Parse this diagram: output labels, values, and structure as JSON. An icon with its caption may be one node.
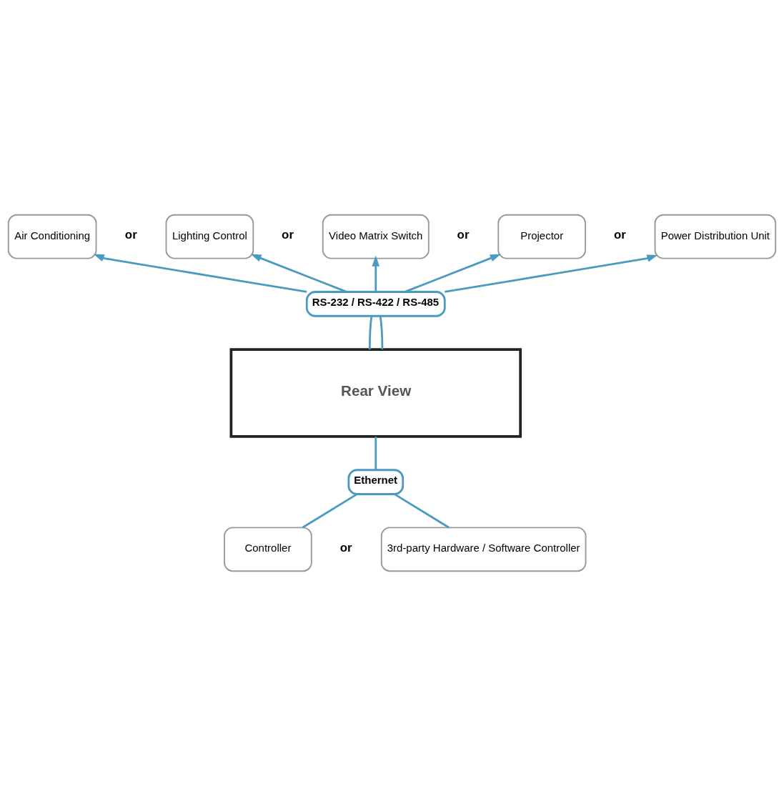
{
  "diagram": {
    "nodes": [
      {
        "text": [
          "Air Conditioning"
        ]
      },
      {
        "text": [
          "Lighting Control"
        ]
      },
      {
        "text": [
          "Video Matrix Switch"
        ]
      },
      {
        "text": [
          "Projector"
        ]
      },
      {
        "text": [
          "Power Distribution Unit"
        ]
      },
      {
        "text": [
          "RS-232 / RS-422 / RS-485"
        ]
      },
      {
        "text": [
          "Rear View"
        ]
      },
      {
        "text": [
          "Ethernet"
        ]
      },
      {
        "text": [
          "Controller"
        ]
      },
      {
        "text": [
          "3rd-party Hardware / Software Controller"
        ]
      }
    ],
    "edges": [
      {
        "from": 5,
        "to": 0,
        "arrow": "to"
      },
      {
        "from": 5,
        "to": 1,
        "arrow": "to"
      },
      {
        "from": 5,
        "to": 2,
        "arrow": "to"
      },
      {
        "from": 5,
        "to": 3,
        "arrow": "to"
      },
      {
        "from": 5,
        "to": 4,
        "arrow": "to"
      },
      {
        "from": 6,
        "to": 5,
        "arrow": "none"
      },
      {
        "from": 6,
        "to": 5,
        "arrow": "none"
      },
      {
        "from": 6,
        "to": 7,
        "arrow": "none"
      },
      {
        "from": 7,
        "to": 8,
        "arrow": "none"
      },
      {
        "from": 7,
        "to": 9,
        "arrow": "none"
      }
    ],
    "labels": [
      "or",
      "or",
      "or",
      "or",
      "or"
    ]
  }
}
